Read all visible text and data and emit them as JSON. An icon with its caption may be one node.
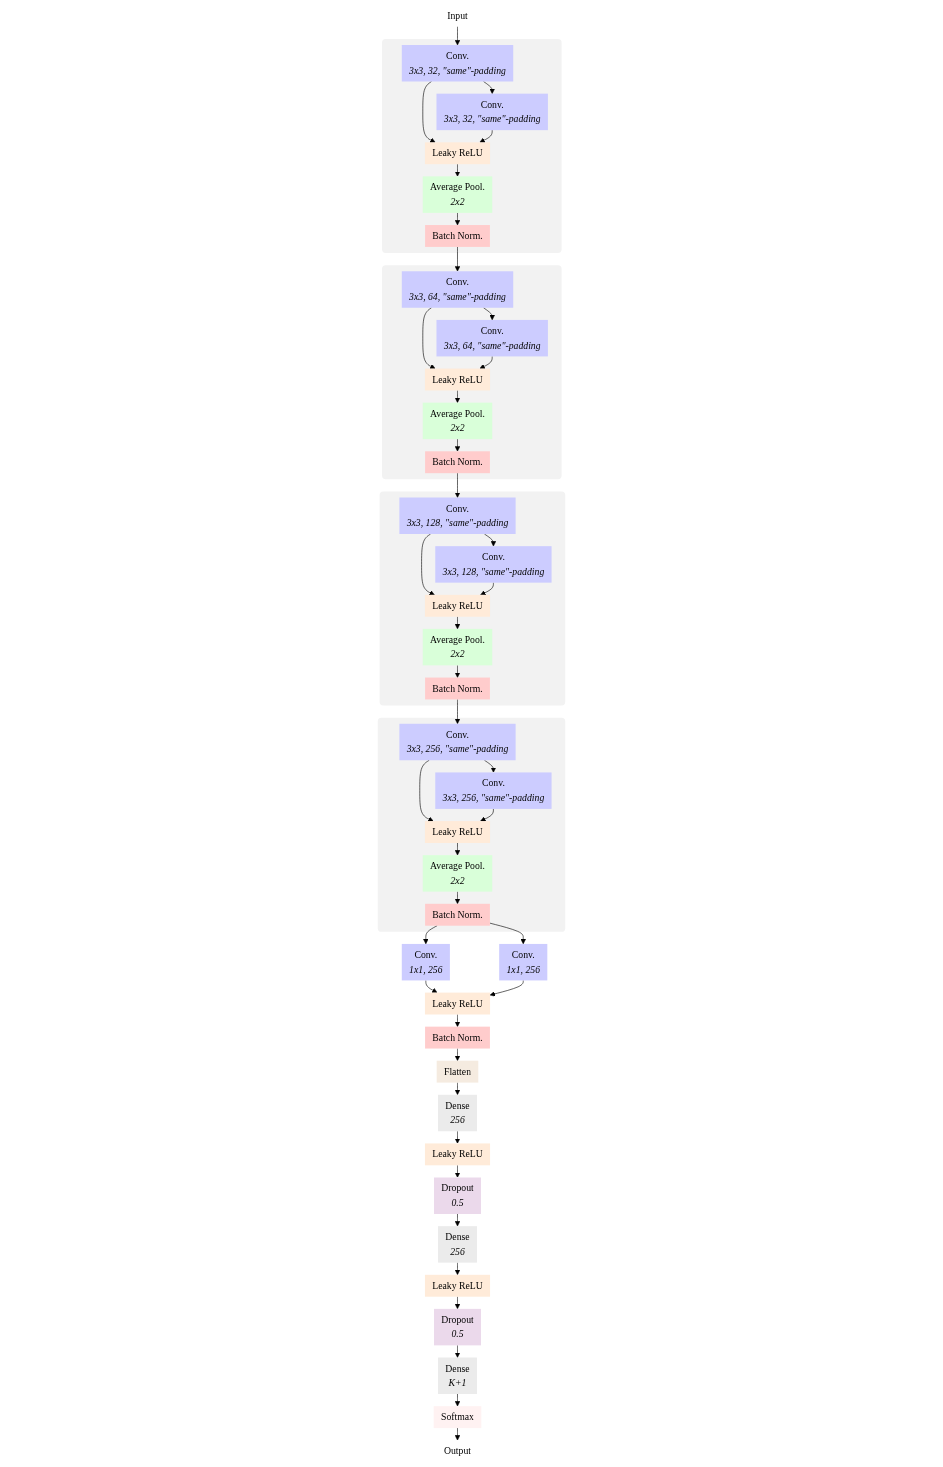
{
  "diagram": {
    "nodes": [
      {
        "text": [
          "Input"
        ]
      },
      {
        "text": [],
        "shape": "box"
      },
      {
        "text": [
          "Conv.",
          "3x3, 32, \"same\"-padding"
        ],
        "in": 1
      },
      {
        "text": [
          "Conv.",
          "3x3, 32, \"same\"-padding"
        ],
        "in": 1
      },
      {
        "text": [
          "Leaky ReLU"
        ],
        "in": 1
      },
      {
        "text": [
          "Average Pool.",
          "2x2"
        ],
        "in": 1
      },
      {
        "text": [
          "Batch Norm."
        ],
        "in": 1
      },
      {
        "text": [],
        "shape": "box"
      },
      {
        "text": [
          "Conv.",
          "3x3, 64, \"same\"-padding"
        ],
        "in": 7
      },
      {
        "text": [
          "Conv.",
          "3x3, 64, \"same\"-padding"
        ],
        "in": 7
      },
      {
        "text": [
          "Leaky ReLU"
        ],
        "in": 7
      },
      {
        "text": [
          "Average Pool.",
          "2x2"
        ],
        "in": 7
      },
      {
        "text": [
          "Batch Norm."
        ],
        "in": 7
      },
      {
        "text": [],
        "shape": "box"
      },
      {
        "text": [
          "Conv.",
          "3x3, 128, \"same\"-padding"
        ],
        "in": 13
      },
      {
        "text": [
          "Conv.",
          "3x3, 128, \"same\"-padding"
        ],
        "in": 13
      },
      {
        "text": [
          "Leaky ReLU"
        ],
        "in": 13
      },
      {
        "text": [
          "Average Pool.",
          "2x2"
        ],
        "in": 13
      },
      {
        "text": [
          "Batch Norm."
        ],
        "in": 13
      },
      {
        "text": [],
        "shape": "box"
      },
      {
        "text": [
          "Conv.",
          "3x3, 256, \"same\"-padding"
        ],
        "in": 19
      },
      {
        "text": [
          "Conv.",
          "3x3, 256, \"same\"-padding"
        ],
        "in": 19
      },
      {
        "text": [
          "Leaky ReLU"
        ],
        "in": 19
      },
      {
        "text": [
          "Average Pool.",
          "2x2"
        ],
        "in": 19
      },
      {
        "text": [
          "Batch Norm."
        ],
        "in": 19
      },
      {
        "text": [
          "Conv.",
          "1x1, 256"
        ]
      },
      {
        "text": [
          "Conv.",
          "1x1, 256"
        ]
      },
      {
        "text": [
          "Leaky ReLU"
        ]
      },
      {
        "text": [
          "Batch Norm."
        ]
      },
      {
        "text": [
          "Flatten"
        ]
      },
      {
        "text": [
          "Dense",
          "256"
        ]
      },
      {
        "text": [
          "Leaky ReLU"
        ]
      },
      {
        "text": [
          "Dropout",
          "0.5"
        ]
      },
      {
        "text": [
          "Dense",
          "256"
        ]
      },
      {
        "text": [
          "Leaky ReLU"
        ]
      },
      {
        "text": [
          "Dropout",
          "0.5"
        ]
      },
      {
        "text": [
          "Dense",
          "K+1"
        ]
      },
      {
        "text": [
          "Softmax"
        ]
      },
      {
        "text": [
          "Output"
        ]
      }
    ],
    "edges": [
      {
        "from": 0,
        "to": 2,
        "arrow": "to"
      },
      {
        "from": 2,
        "to": 3,
        "arrow": "to"
      },
      {
        "from": 2,
        "to": 4,
        "arrow": "to"
      },
      {
        "from": 3,
        "to": 4,
        "arrow": "to"
      },
      {
        "from": 4,
        "to": 5,
        "arrow": "to"
      },
      {
        "from": 5,
        "to": 6,
        "arrow": "to"
      },
      {
        "from": 6,
        "to": 8,
        "arrow": "to"
      },
      {
        "from": 8,
        "to": 9,
        "arrow": "to"
      },
      {
        "from": 8,
        "to": 10,
        "arrow": "to"
      },
      {
        "from": 9,
        "to": 10,
        "arrow": "to"
      },
      {
        "from": 10,
        "to": 11,
        "arrow": "to"
      },
      {
        "from": 11,
        "to": 12,
        "arrow": "to"
      },
      {
        "from": 12,
        "to": 14,
        "arrow": "to"
      },
      {
        "from": 14,
        "to": 15,
        "arrow": "to"
      },
      {
        "from": 14,
        "to": 16,
        "arrow": "to"
      },
      {
        "from": 15,
        "to": 16,
        "arrow": "to"
      },
      {
        "from": 16,
        "to": 17,
        "arrow": "to"
      },
      {
        "from": 17,
        "to": 18,
        "arrow": "to"
      },
      {
        "from": 18,
        "to": 20,
        "arrow": "to"
      },
      {
        "from": 20,
        "to": 21,
        "arrow": "to"
      },
      {
        "from": 20,
        "to": 22,
        "arrow": "to"
      },
      {
        "from": 21,
        "to": 22,
        "arrow": "to"
      },
      {
        "from": 22,
        "to": 23,
        "arrow": "to"
      },
      {
        "from": 23,
        "to": 24,
        "arrow": "to"
      },
      {
        "from": 24,
        "to": 25,
        "arrow": "to"
      },
      {
        "from": 24,
        "to": 26,
        "arrow": "to"
      },
      {
        "from": 25,
        "to": 27,
        "arrow": "to"
      },
      {
        "from": 26,
        "to": 27,
        "arrow": "to"
      },
      {
        "from": 27,
        "to": 28,
        "arrow": "to"
      },
      {
        "from": 28,
        "to": 29,
        "arrow": "to"
      },
      {
        "from": 29,
        "to": 30,
        "arrow": "to"
      },
      {
        "from": 30,
        "to": 31,
        "arrow": "to"
      },
      {
        "from": 31,
        "to": 32,
        "arrow": "to"
      },
      {
        "from": 32,
        "to": 33,
        "arrow": "to"
      },
      {
        "from": 33,
        "to": 34,
        "arrow": "to"
      },
      {
        "from": 34,
        "to": 35,
        "arrow": "to"
      },
      {
        "from": 35,
        "to": 36,
        "arrow": "to"
      },
      {
        "from": 36,
        "to": 37,
        "arrow": "to"
      },
      {
        "from": 37,
        "to": 38,
        "arrow": "to"
      }
    ]
  }
}
